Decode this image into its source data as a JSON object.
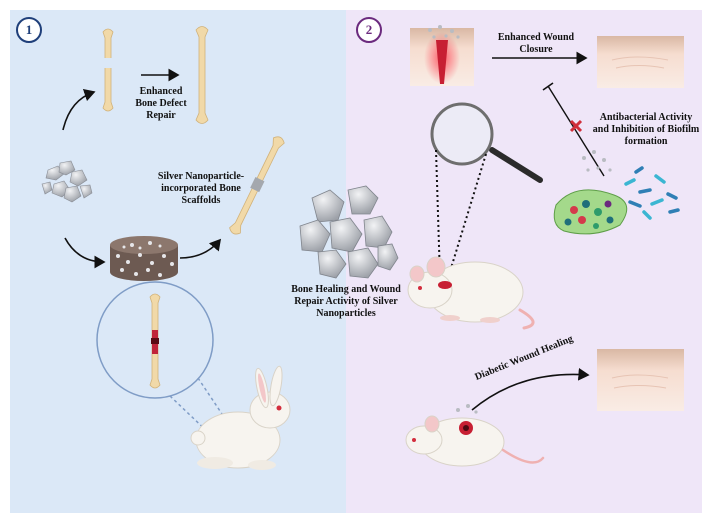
{
  "badges": {
    "left": "1",
    "right": "2"
  },
  "labels": {
    "bone_repair": [
      "Enhanced",
      "Bone Defect",
      "Repair"
    ],
    "scaffold": [
      "Silver Nanoparticle-",
      "incorporated Bone",
      "Scaffolds"
    ],
    "center": [
      "Bone Healing and Wound",
      "Repair Activity of Silver",
      "Nanoparticles"
    ],
    "wound_closure": [
      "Enhanced Wound",
      "Closure"
    ],
    "antibacterial": [
      "Antibacterial Activity",
      "and Inhibition of Biofilm",
      "formation"
    ],
    "diabetic": "Diabetic Wound Healing"
  },
  "colors": {
    "panel_left": "#dbe8f7",
    "panel_right": "#efe6f8",
    "bone": "#f1d9a8",
    "wound_red": "#d6283a",
    "silver": "#c6c9cf"
  }
}
